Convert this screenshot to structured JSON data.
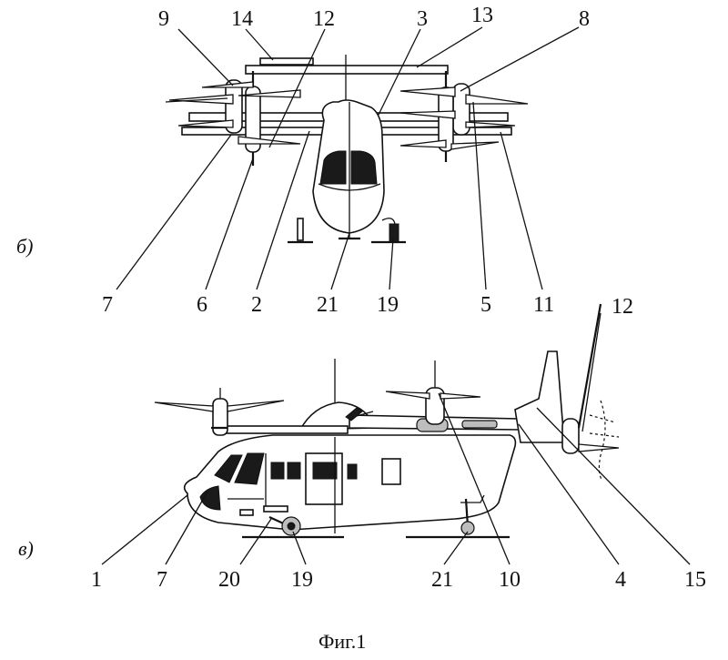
{
  "caption": "Фиг.1",
  "view_labels": {
    "front": "б)",
    "side": "в)"
  },
  "front_view_callouts": [
    "9",
    "14",
    "12",
    "3",
    "13",
    "8",
    "7",
    "6",
    "2",
    "21",
    "19",
    "5",
    "11"
  ],
  "side_view_callouts": [
    "12",
    "1",
    "7",
    "20",
    "19",
    "21",
    "10",
    "4",
    "15"
  ]
}
